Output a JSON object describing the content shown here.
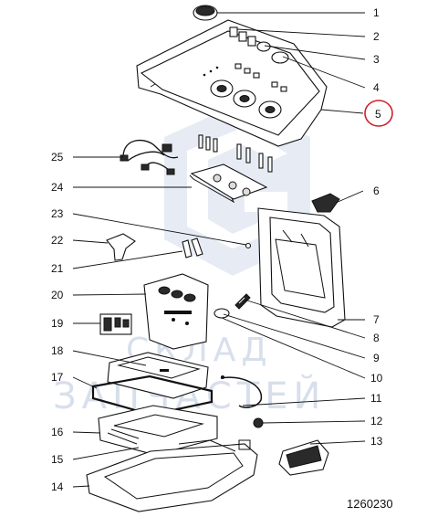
{
  "diagram": {
    "reference_code": "1260230",
    "highlight_color": "#d0202a",
    "watermark": {
      "line1": "СКЛАД",
      "line2": "ЗАПЧАСТЕЙ",
      "color": "#b9c6dd"
    },
    "callouts": [
      {
        "id": "c1",
        "label": "1"
      },
      {
        "id": "c2",
        "label": "2"
      },
      {
        "id": "c3",
        "label": "3"
      },
      {
        "id": "c4",
        "label": "4"
      },
      {
        "id": "c5",
        "label": "5",
        "highlighted": true
      },
      {
        "id": "c6",
        "label": "6"
      },
      {
        "id": "c7",
        "label": "7"
      },
      {
        "id": "c8",
        "label": "8"
      },
      {
        "id": "c9",
        "label": "9"
      },
      {
        "id": "c10",
        "label": "10"
      },
      {
        "id": "c11",
        "label": "11"
      },
      {
        "id": "c12",
        "label": "12"
      },
      {
        "id": "c13",
        "label": "13"
      },
      {
        "id": "c14",
        "label": "14"
      },
      {
        "id": "c15",
        "label": "15"
      },
      {
        "id": "c16",
        "label": "16"
      },
      {
        "id": "c17",
        "label": "17"
      },
      {
        "id": "c18",
        "label": "18"
      },
      {
        "id": "c19",
        "label": "19"
      },
      {
        "id": "c20",
        "label": "20"
      },
      {
        "id": "c21",
        "label": "21"
      },
      {
        "id": "c22",
        "label": "22"
      },
      {
        "id": "c23",
        "label": "23"
      },
      {
        "id": "c24",
        "label": "24"
      },
      {
        "id": "c25",
        "label": "25"
      }
    ]
  }
}
